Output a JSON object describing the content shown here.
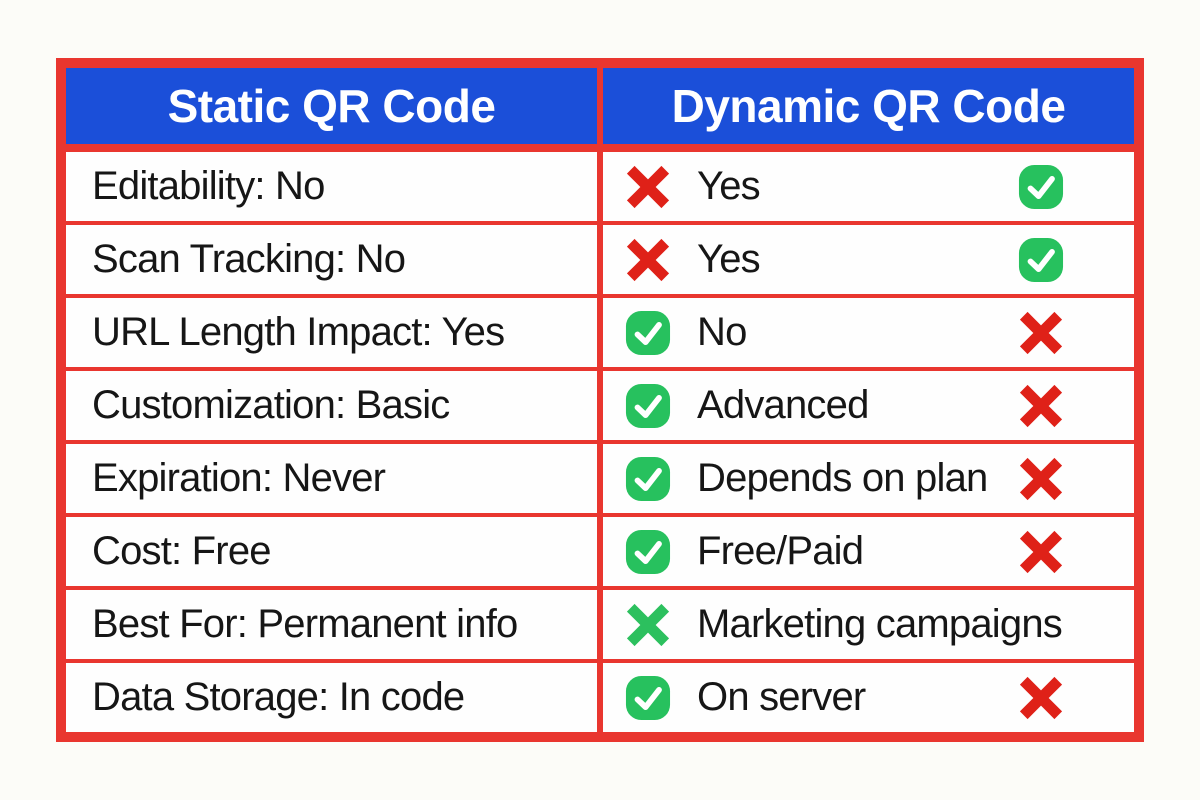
{
  "page": {
    "background": "#fcfcf8"
  },
  "table": {
    "colors": {
      "border_red": "#e9362f",
      "header_blue": "#1b4fd9",
      "header_text": "#ffffff",
      "cell_bg": "#fefefe",
      "text": "#161616",
      "cross_red": "#df2118",
      "cross_green": "#2cc05e",
      "check_green": "#27c15e",
      "check_mark": "#ffffff"
    },
    "columns": [
      {
        "label": "Static QR Code"
      },
      {
        "label": "Dynamic QR Code"
      }
    ],
    "rows": [
      {
        "static_label": "Editability: No",
        "dynamic": {
          "lead_icon": "red-x",
          "value": "Yes",
          "trail_icon": "green-check"
        }
      },
      {
        "static_label": "Scan Tracking: No",
        "dynamic": {
          "lead_icon": "red-x",
          "value": "Yes",
          "trail_icon": "green-check"
        }
      },
      {
        "static_label": "URL Length Impact: Yes",
        "dynamic": {
          "lead_icon": "green-check",
          "value": "No",
          "trail_icon": "red-x"
        }
      },
      {
        "static_label": "Customization: Basic",
        "dynamic": {
          "lead_icon": "green-check",
          "value": "Advanced",
          "trail_icon": "red-x"
        }
      },
      {
        "static_label": "Expiration: Never",
        "dynamic": {
          "lead_icon": "green-check",
          "value": "Depends on plan",
          "trail_icon": "red-x"
        }
      },
      {
        "static_label": "Cost: Free",
        "dynamic": {
          "lead_icon": "green-check",
          "value": "Free/Paid",
          "trail_icon": "red-x"
        }
      },
      {
        "static_label": "Best For: Permanent info",
        "dynamic": {
          "lead_icon": "green-x",
          "value": "Marketing campaigns",
          "trail_icon": null
        }
      },
      {
        "static_label": "Data Storage: In code",
        "dynamic": {
          "lead_icon": "green-check",
          "value": "On server",
          "trail_icon": "red-x"
        }
      }
    ]
  },
  "chart_data": {
    "type": "table",
    "title": "",
    "columns": [
      "Static QR Code",
      "Dynamic QR Code"
    ],
    "rows": [
      [
        "Editability: No",
        "Yes"
      ],
      [
        "Scan Tracking: No",
        "Yes"
      ],
      [
        "URL Length Impact: Yes",
        "No"
      ],
      [
        "Customization: Basic",
        "Advanced"
      ],
      [
        "Expiration: Never",
        "Depends on plan"
      ],
      [
        "Cost: Free",
        "Free/Paid"
      ],
      [
        "Best For: Permanent info",
        "Marketing campaigns"
      ],
      [
        "Data Storage: In code",
        "On server"
      ]
    ],
    "row_icons": [
      {
        "static": "red-x",
        "dynamic": "green-check"
      },
      {
        "static": "red-x",
        "dynamic": "green-check"
      },
      {
        "static": "green-check",
        "dynamic": "red-x"
      },
      {
        "static": "green-check",
        "dynamic": "red-x"
      },
      {
        "static": "green-check",
        "dynamic": "red-x"
      },
      {
        "static": "green-check",
        "dynamic": "red-x"
      },
      {
        "static": "green-x",
        "dynamic": "none"
      },
      {
        "static": "green-check",
        "dynamic": "red-x"
      }
    ],
    "legend_position": "none",
    "grid": "red-lines"
  }
}
